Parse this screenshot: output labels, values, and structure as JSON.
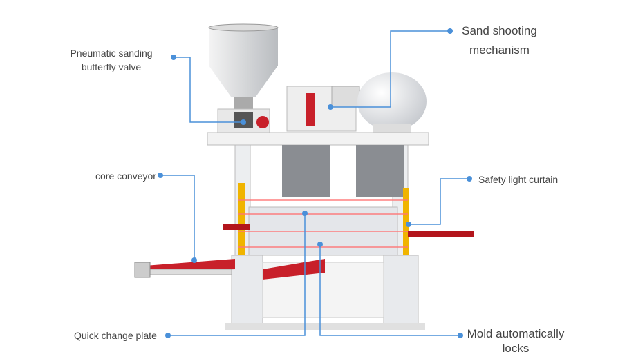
{
  "callouts": {
    "pneumatic_valve": {
      "line1": "Pneumatic sanding",
      "line2": "butterfly valve"
    },
    "sand_shooting": {
      "line1": "Sand shooting",
      "line2": "mechanism"
    },
    "core_conveyor": {
      "label": "core conveyor"
    },
    "safety_curtain": {
      "label": "Safety light curtain"
    },
    "quick_change": {
      "label": "Quick change plate"
    },
    "mold_locks": {
      "line1": "Mold automatically",
      "line2": "locks"
    }
  },
  "colors": {
    "callout": "#4a90d9",
    "frame": "#e6e9ec",
    "red": "#c8202a",
    "yellow": "#f0b400"
  }
}
